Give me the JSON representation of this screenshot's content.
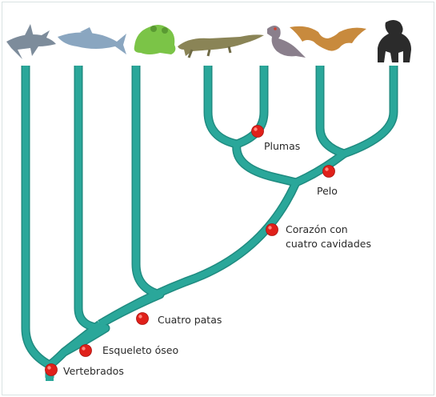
{
  "diagram": {
    "colors": {
      "branch": "#2aa79a",
      "branch_edge": "#1f8b80",
      "node": "#e0201a",
      "node_shine": "#ff8a80"
    },
    "organisms": [
      {
        "name": "shark-icon",
        "color": "#7d8c9b"
      },
      {
        "name": "fish-icon",
        "color": "#8aa6c0"
      },
      {
        "name": "frog-icon",
        "color": "#7bc447"
      },
      {
        "name": "crocodile-icon",
        "color": "#8a8456"
      },
      {
        "name": "pigeon-icon",
        "color": "#8a7f8c"
      },
      {
        "name": "bat-icon",
        "color": "#c88a3d"
      },
      {
        "name": "chimpanzee-icon",
        "color": "#2b2b2b"
      }
    ],
    "traits": {
      "vertebrados": "Vertebrados",
      "esqueleto": "Esqueleto óseo",
      "cuatro_patas": "Cuatro patas",
      "corazon_line1": "Corazón con",
      "corazon_line2": "cuatro cavidades",
      "plumas": "Plumas",
      "pelo": "Pelo"
    }
  }
}
